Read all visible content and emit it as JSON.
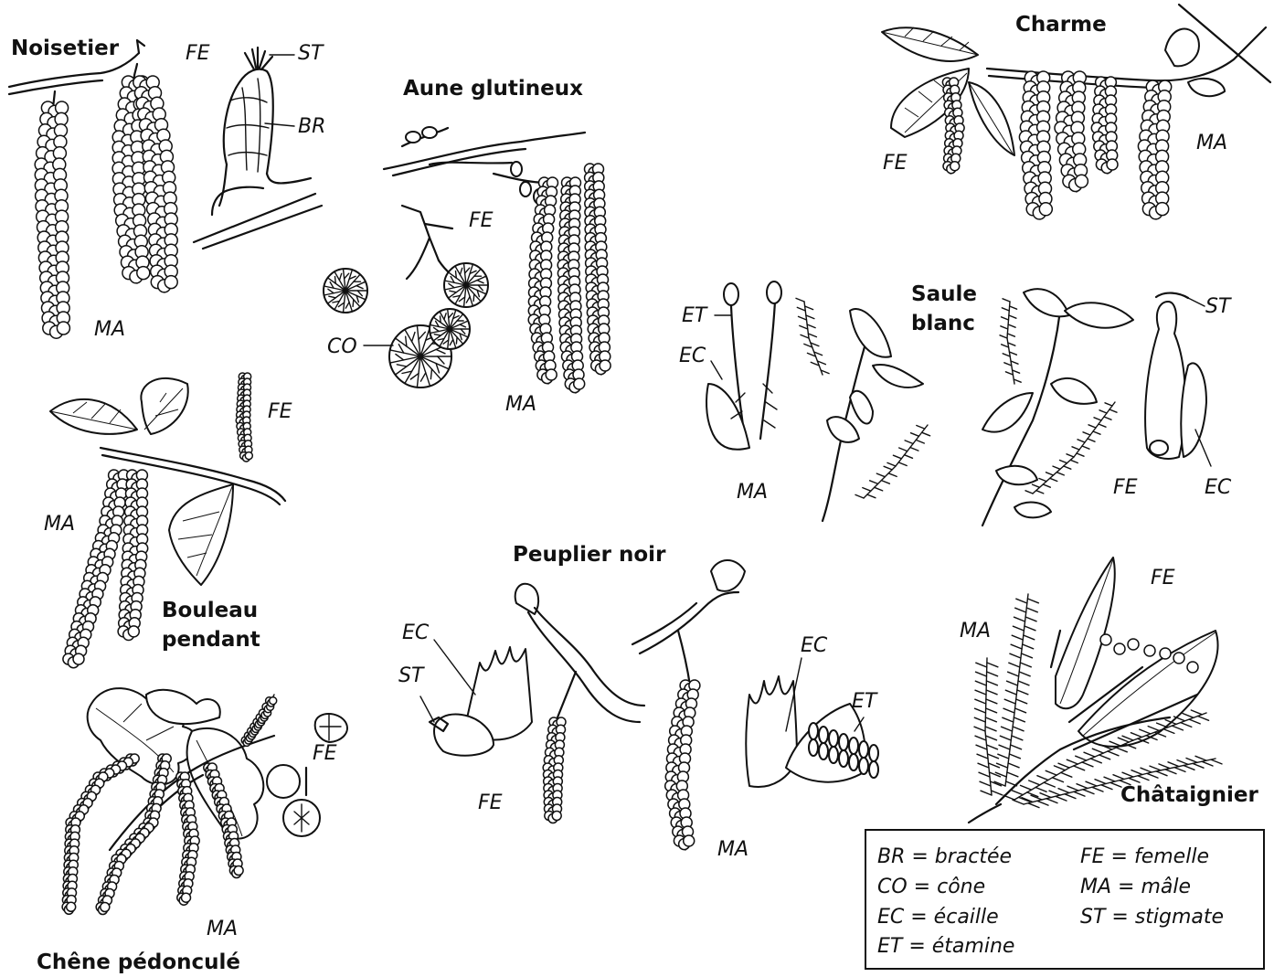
{
  "species": {
    "noisetier": "Noisetier",
    "aune": "Aune glutineux",
    "charme": "Charme",
    "saule_1": "Saule",
    "saule_2": "blanc",
    "bouleau_1": "Bouleau",
    "bouleau_2": "pendant",
    "peuplier": "Peuplier noir",
    "chataignier": "Châtaignier",
    "chene": "Chêne pédonculé"
  },
  "labels": {
    "fe": "FE",
    "ma": "MA",
    "st": "ST",
    "br": "BR",
    "co": "CO",
    "et": "ET",
    "ec": "EC"
  },
  "legend": {
    "br": "BR = bractée",
    "fe": "FE = femelle",
    "co": "CO = cône",
    "ma": "MA = mâle",
    "ec": "EC = écaille",
    "st": "ST = stigmate",
    "et": "ET = étamine"
  }
}
